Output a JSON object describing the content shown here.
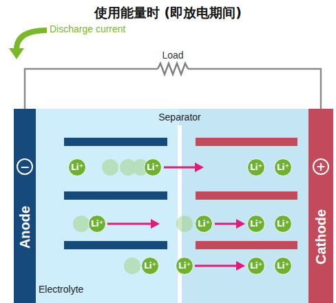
{
  "diagram": {
    "title": "使用能量时 (即放电期间)",
    "nodes": [
      {
        "text": [
          "−",
          "Anode"
        ]
      },
      {
        "text": [
          "+",
          "Cathode"
        ]
      }
    ],
    "edges": [
      {
        "from": 0,
        "to": 1,
        "arrow": "none",
        "label": "Load"
      }
    ],
    "labels": [
      "Discharge current",
      "Separator",
      "Electrolyte",
      "Li⁺",
      "Li⁺",
      "Li⁺",
      "Li⁺",
      "Li⁺",
      "Li⁺",
      "Li⁺",
      "Li⁺",
      "Li⁺",
      "Li⁺",
      "Li⁺",
      "Li⁺"
    ]
  }
}
